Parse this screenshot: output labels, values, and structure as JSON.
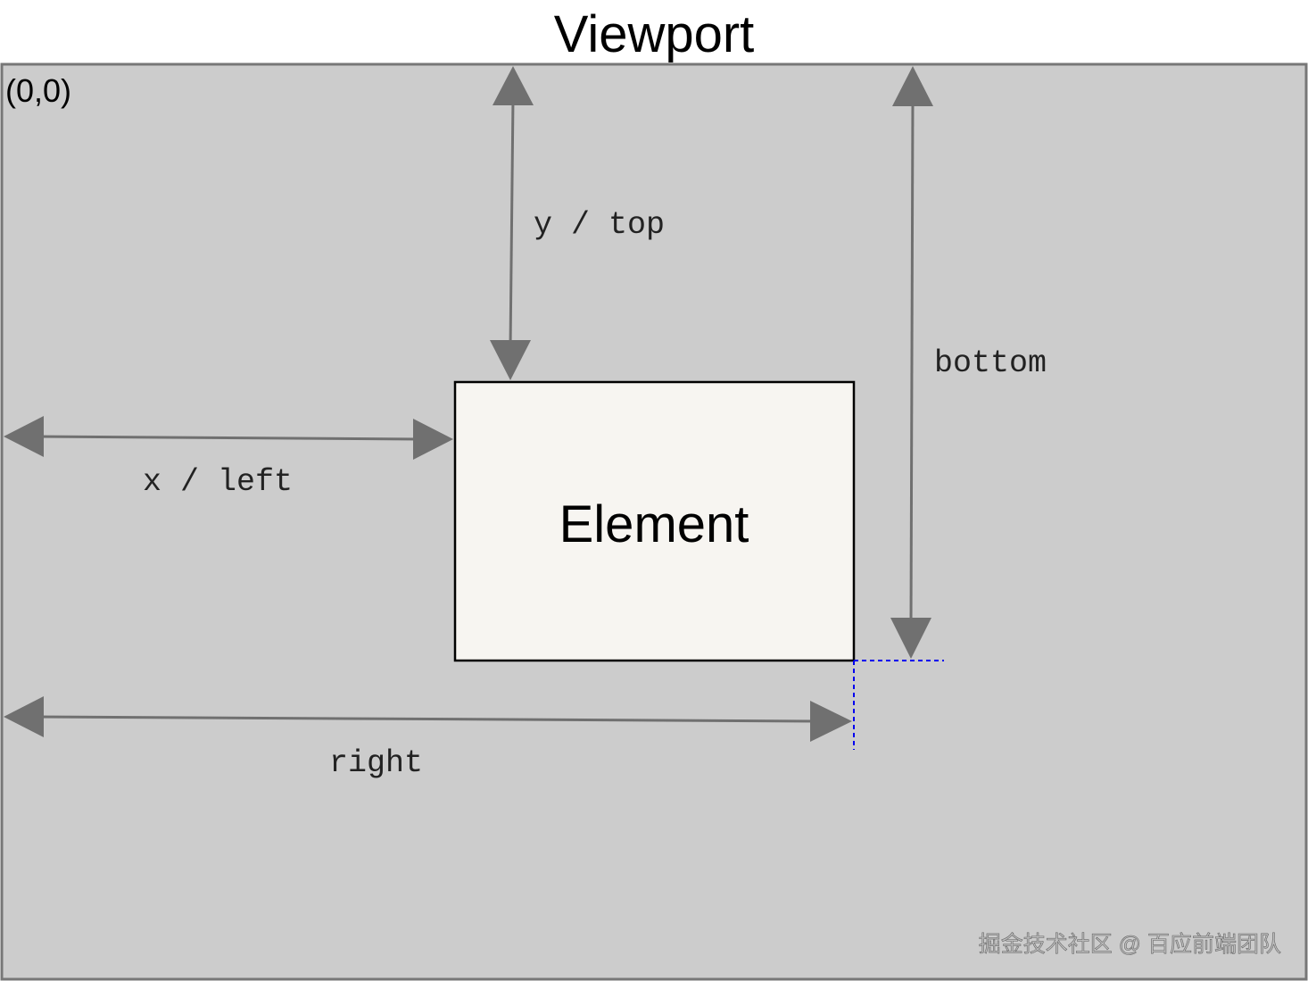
{
  "title": "Viewport",
  "origin_label": "(0,0)",
  "element_label": "Element",
  "labels": {
    "top": "y / top",
    "bottom": "bottom",
    "left": "x / left",
    "right": "right"
  },
  "watermark": "掘金技术社区 @ 百应前端团队",
  "colors": {
    "viewport_fill": "#cccccc",
    "viewport_stroke": "#777777",
    "element_fill": "#f7f5f1",
    "arrow": "#707070",
    "guide": "#0000ee"
  }
}
